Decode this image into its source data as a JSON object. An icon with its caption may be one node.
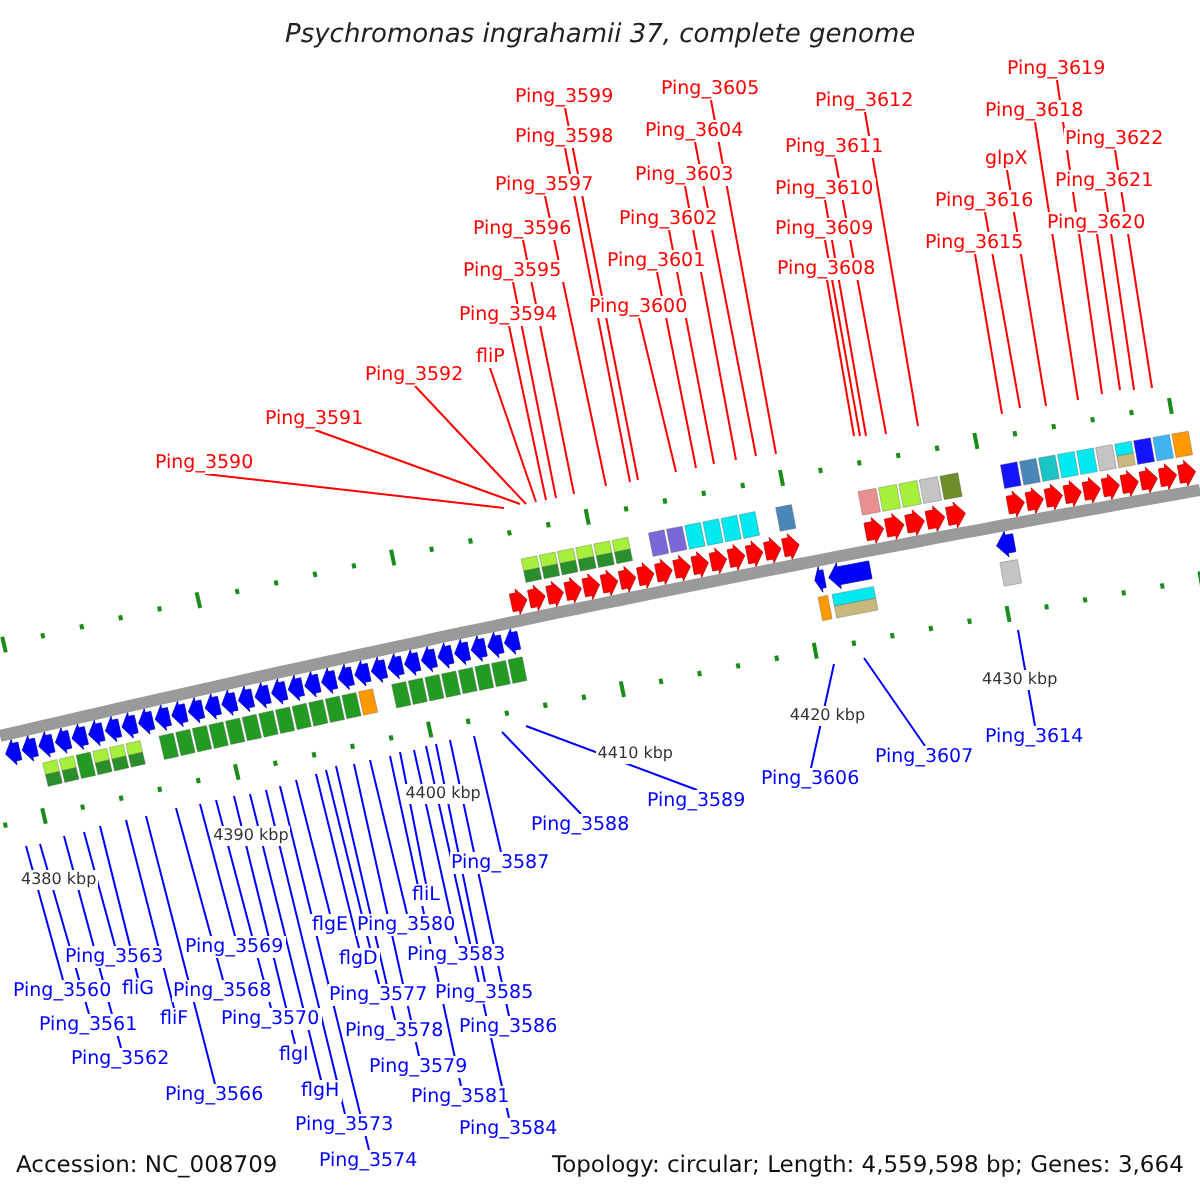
{
  "diagram": {
    "title": "Psychromonas ingrahamii 37, complete genome",
    "nodes": [
      {
        "text": [
          "Ping_3560"
        ]
      },
      {
        "text": [
          "Ping_3561"
        ]
      },
      {
        "text": [
          "Ping_3562"
        ]
      },
      {
        "text": [
          "Ping_3563"
        ]
      },
      {
        "text": [
          "fliG"
        ]
      },
      {
        "text": [
          "fliF"
        ]
      },
      {
        "text": [
          "Ping_3566"
        ]
      },
      {
        "text": [
          "Ping_3568"
        ]
      },
      {
        "text": [
          "Ping_3569"
        ]
      },
      {
        "text": [
          "Ping_3570"
        ]
      },
      {
        "text": [
          "flgI"
        ]
      },
      {
        "text": [
          "flgH"
        ]
      },
      {
        "text": [
          "Ping_3573"
        ]
      },
      {
        "text": [
          "Ping_3574"
        ]
      },
      {
        "text": [
          "flgE"
        ]
      },
      {
        "text": [
          "flgD"
        ]
      },
      {
        "text": [
          "Ping_3577"
        ]
      },
      {
        "text": [
          "Ping_3578"
        ]
      },
      {
        "text": [
          "Ping_3579"
        ]
      },
      {
        "text": [
          "Ping_3580"
        ]
      },
      {
        "text": [
          "Ping_3581"
        ]
      },
      {
        "text": [
          "fliL"
        ]
      },
      {
        "text": [
          "Ping_3583"
        ]
      },
      {
        "text": [
          "Ping_3584"
        ]
      },
      {
        "text": [
          "Ping_3585"
        ]
      },
      {
        "text": [
          "Ping_3586"
        ]
      },
      {
        "text": [
          "Ping_3587"
        ]
      },
      {
        "text": [
          "Ping_3588"
        ]
      },
      {
        "text": [
          "Ping_3589"
        ]
      },
      {
        "text": [
          "Ping_3590"
        ]
      },
      {
        "text": [
          "Ping_3591"
        ]
      },
      {
        "text": [
          "Ping_3592"
        ]
      },
      {
        "text": [
          "fliP"
        ]
      },
      {
        "text": [
          "Ping_3594"
        ]
      },
      {
        "text": [
          "Ping_3595"
        ]
      },
      {
        "text": [
          "Ping_3596"
        ]
      },
      {
        "text": [
          "Ping_3597"
        ]
      },
      {
        "text": [
          "Ping_3598"
        ]
      },
      {
        "text": [
          "Ping_3599"
        ]
      },
      {
        "text": [
          "Ping_3600"
        ]
      },
      {
        "text": [
          "Ping_3601"
        ]
      },
      {
        "text": [
          "Ping_3602"
        ]
      },
      {
        "text": [
          "Ping_3603"
        ]
      },
      {
        "text": [
          "Ping_3604"
        ]
      },
      {
        "text": [
          "Ping_3605"
        ]
      },
      {
        "text": [
          "Ping_3606"
        ]
      },
      {
        "text": [
          "Ping_3607"
        ]
      },
      {
        "text": [
          "Ping_3608"
        ]
      },
      {
        "text": [
          "Ping_3609"
        ]
      },
      {
        "text": [
          "Ping_3610"
        ]
      },
      {
        "text": [
          "Ping_3611"
        ]
      },
      {
        "text": [
          "Ping_3612"
        ]
      },
      {
        "text": [
          "Ping_3614"
        ]
      },
      {
        "text": [
          "Ping_3615"
        ]
      },
      {
        "text": [
          "Ping_3616"
        ]
      },
      {
        "text": [
          "glpX"
        ]
      },
      {
        "text": [
          "Ping_3618"
        ]
      },
      {
        "text": [
          "Ping_3619"
        ]
      },
      {
        "text": [
          "Ping_3620"
        ]
      },
      {
        "text": [
          "Ping_3621"
        ]
      },
      {
        "text": [
          "Ping_3622"
        ]
      }
    ],
    "edges": [
      {
        "from": 0,
        "to": null,
        "arrow": "none"
      },
      {
        "from": 1,
        "to": null,
        "arrow": "none"
      },
      {
        "from": 2,
        "to": null,
        "arrow": "none"
      },
      {
        "from": 3,
        "to": null,
        "arrow": "none"
      },
      {
        "from": 4,
        "to": null,
        "arrow": "none"
      },
      {
        "from": 5,
        "to": null,
        "arrow": "none"
      },
      {
        "from": 6,
        "to": null,
        "arrow": "none"
      },
      {
        "from": 7,
        "to": null,
        "arrow": "none"
      },
      {
        "from": 8,
        "to": null,
        "arrow": "none"
      },
      {
        "from": 9,
        "to": null,
        "arrow": "none"
      },
      {
        "from": 10,
        "to": null,
        "arrow": "none"
      },
      {
        "from": 11,
        "to": null,
        "arrow": "none"
      },
      {
        "from": 12,
        "to": null,
        "arrow": "none"
      },
      {
        "from": 13,
        "to": null,
        "arrow": "none"
      },
      {
        "from": 14,
        "to": null,
        "arrow": "none"
      },
      {
        "from": 15,
        "to": null,
        "arrow": "none"
      },
      {
        "from": 16,
        "to": null,
        "arrow": "none"
      },
      {
        "from": 17,
        "to": null,
        "arrow": "none"
      },
      {
        "from": 18,
        "to": null,
        "arrow": "none"
      },
      {
        "from": 19,
        "to": null,
        "arrow": "none"
      },
      {
        "from": 20,
        "to": null,
        "arrow": "none"
      },
      {
        "from": 21,
        "to": null,
        "arrow": "none"
      },
      {
        "from": 22,
        "to": null,
        "arrow": "none"
      },
      {
        "from": 23,
        "to": null,
        "arrow": "none"
      },
      {
        "from": 24,
        "to": null,
        "arrow": "none"
      },
      {
        "from": 25,
        "to": null,
        "arrow": "none"
      },
      {
        "from": 26,
        "to": null,
        "arrow": "none"
      },
      {
        "from": 27,
        "to": null,
        "arrow": "none"
      },
      {
        "from": 28,
        "to": null,
        "arrow": "none"
      },
      {
        "from": 29,
        "to": null,
        "arrow": "none",
        "color": "#ff0000"
      },
      {
        "from": 30,
        "to": null,
        "arrow": "none",
        "color": "#ff0000"
      },
      {
        "from": 31,
        "to": null,
        "arrow": "none",
        "color": "#ff0000"
      },
      {
        "from": 32,
        "to": null,
        "arrow": "none",
        "color": "#ff0000"
      },
      {
        "from": 33,
        "to": null,
        "arrow": "none",
        "color": "#ff0000"
      },
      {
        "from": 34,
        "to": null,
        "arrow": "none",
        "color": "#ff0000"
      },
      {
        "from": 35,
        "to": null,
        "arrow": "none",
        "color": "#ff0000"
      },
      {
        "from": 36,
        "to": null,
        "arrow": "none",
        "color": "#ff0000"
      },
      {
        "from": 37,
        "to": null,
        "arrow": "none",
        "color": "#ff0000"
      },
      {
        "from": 38,
        "to": null,
        "arrow": "none",
        "color": "#ff0000"
      },
      {
        "from": 39,
        "to": null,
        "arrow": "none",
        "color": "#ff0000"
      },
      {
        "from": 40,
        "to": null,
        "arrow": "none",
        "color": "#ff0000"
      },
      {
        "from": 41,
        "to": null,
        "arrow": "none",
        "color": "#ff0000"
      },
      {
        "from": 42,
        "to": null,
        "arrow": "none",
        "color": "#ff0000"
      },
      {
        "from": 43,
        "to": null,
        "arrow": "none",
        "color": "#ff0000"
      },
      {
        "from": 44,
        "to": null,
        "arrow": "none",
        "color": "#ff0000"
      },
      {
        "from": 45,
        "to": null,
        "arrow": "none"
      },
      {
        "from": 46,
        "to": null,
        "arrow": "none"
      },
      {
        "from": 47,
        "to": null,
        "arrow": "none",
        "color": "#ff0000"
      },
      {
        "from": 48,
        "to": null,
        "arrow": "none",
        "color": "#ff0000"
      },
      {
        "from": 49,
        "to": null,
        "arrow": "none",
        "color": "#ff0000"
      },
      {
        "from": 50,
        "to": null,
        "arrow": "none",
        "color": "#ff0000"
      },
      {
        "from": 51,
        "to": null,
        "arrow": "none",
        "color": "#ff0000"
      },
      {
        "from": 52,
        "to": null,
        "arrow": "none"
      },
      {
        "from": 53,
        "to": null,
        "arrow": "none",
        "color": "#ff0000"
      },
      {
        "from": 54,
        "to": null,
        "arrow": "none",
        "color": "#ff0000"
      },
      {
        "from": 55,
        "to": null,
        "arrow": "none",
        "color": "#ff0000"
      },
      {
        "from": 56,
        "to": null,
        "arrow": "none",
        "color": "#ff0000"
      },
      {
        "from": 57,
        "to": null,
        "arrow": "none",
        "color": "#ff0000"
      },
      {
        "from": 58,
        "to": null,
        "arrow": "none",
        "color": "#ff0000"
      },
      {
        "from": 59,
        "to": null,
        "arrow": "none",
        "color": "#ff0000"
      },
      {
        "from": 60,
        "to": null,
        "arrow": "none",
        "color": "#ff0000"
      }
    ],
    "labels": [
      "4380 kbp",
      "4390 kbp",
      "4400 kbp",
      "4410 kbp",
      "4420 kbp",
      "4430 kbp",
      "Accession: NC_008709",
      "Topology: circular; Length: 4,559,598 bp; Genes: 3,664"
    ]
  }
}
